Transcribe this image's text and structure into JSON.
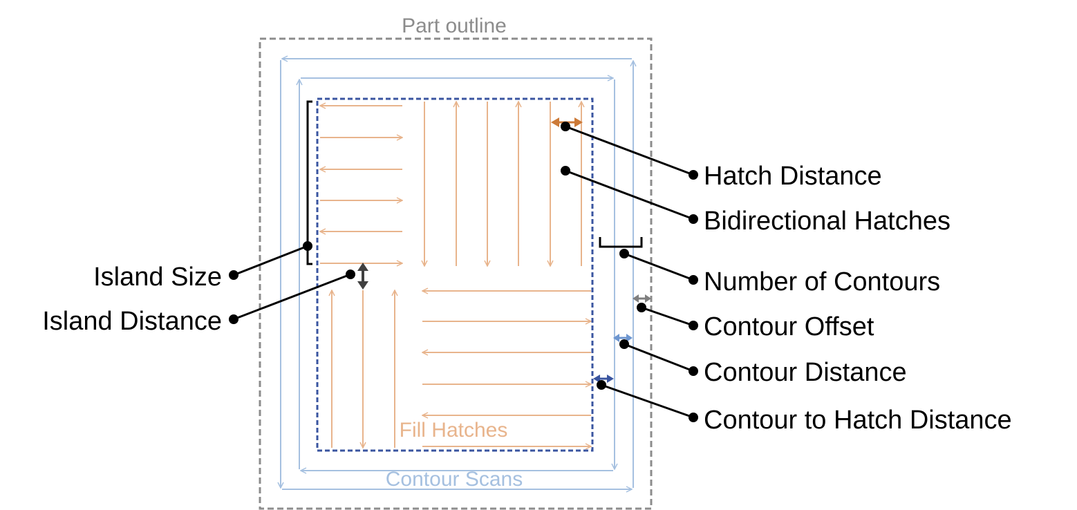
{
  "diagram": {
    "labels": {
      "part_outline": "Part outline",
      "contour_scans": "Contour Scans",
      "fill_hatches": "Fill Hatches",
      "hatch_distance": "Hatch Distance",
      "bidirectional_hatches": "Bidirectional Hatches",
      "number_of_contours": "Number of Contours",
      "contour_offset": "Contour Offset",
      "contour_distance": "Contour Distance",
      "contour_to_hatch_distance": "Contour to Hatch Distance",
      "island_size": "Island Size",
      "island_distance": "Island Distance"
    },
    "colors": {
      "part_outline": "#8c8c8c",
      "contour_scans": "#a5c0e0",
      "hatch_boundary": "#3a55a0",
      "fill_hatches": "#e8b48c",
      "hatch_distance_marker": "#cc7a38",
      "contour_offset_marker": "#7f7f7f",
      "contour_distance_marker": "#6d96d0",
      "contour_to_hatch_marker": "#3a55a0",
      "island_distance_marker": "#404040",
      "leader": "#000000"
    }
  }
}
